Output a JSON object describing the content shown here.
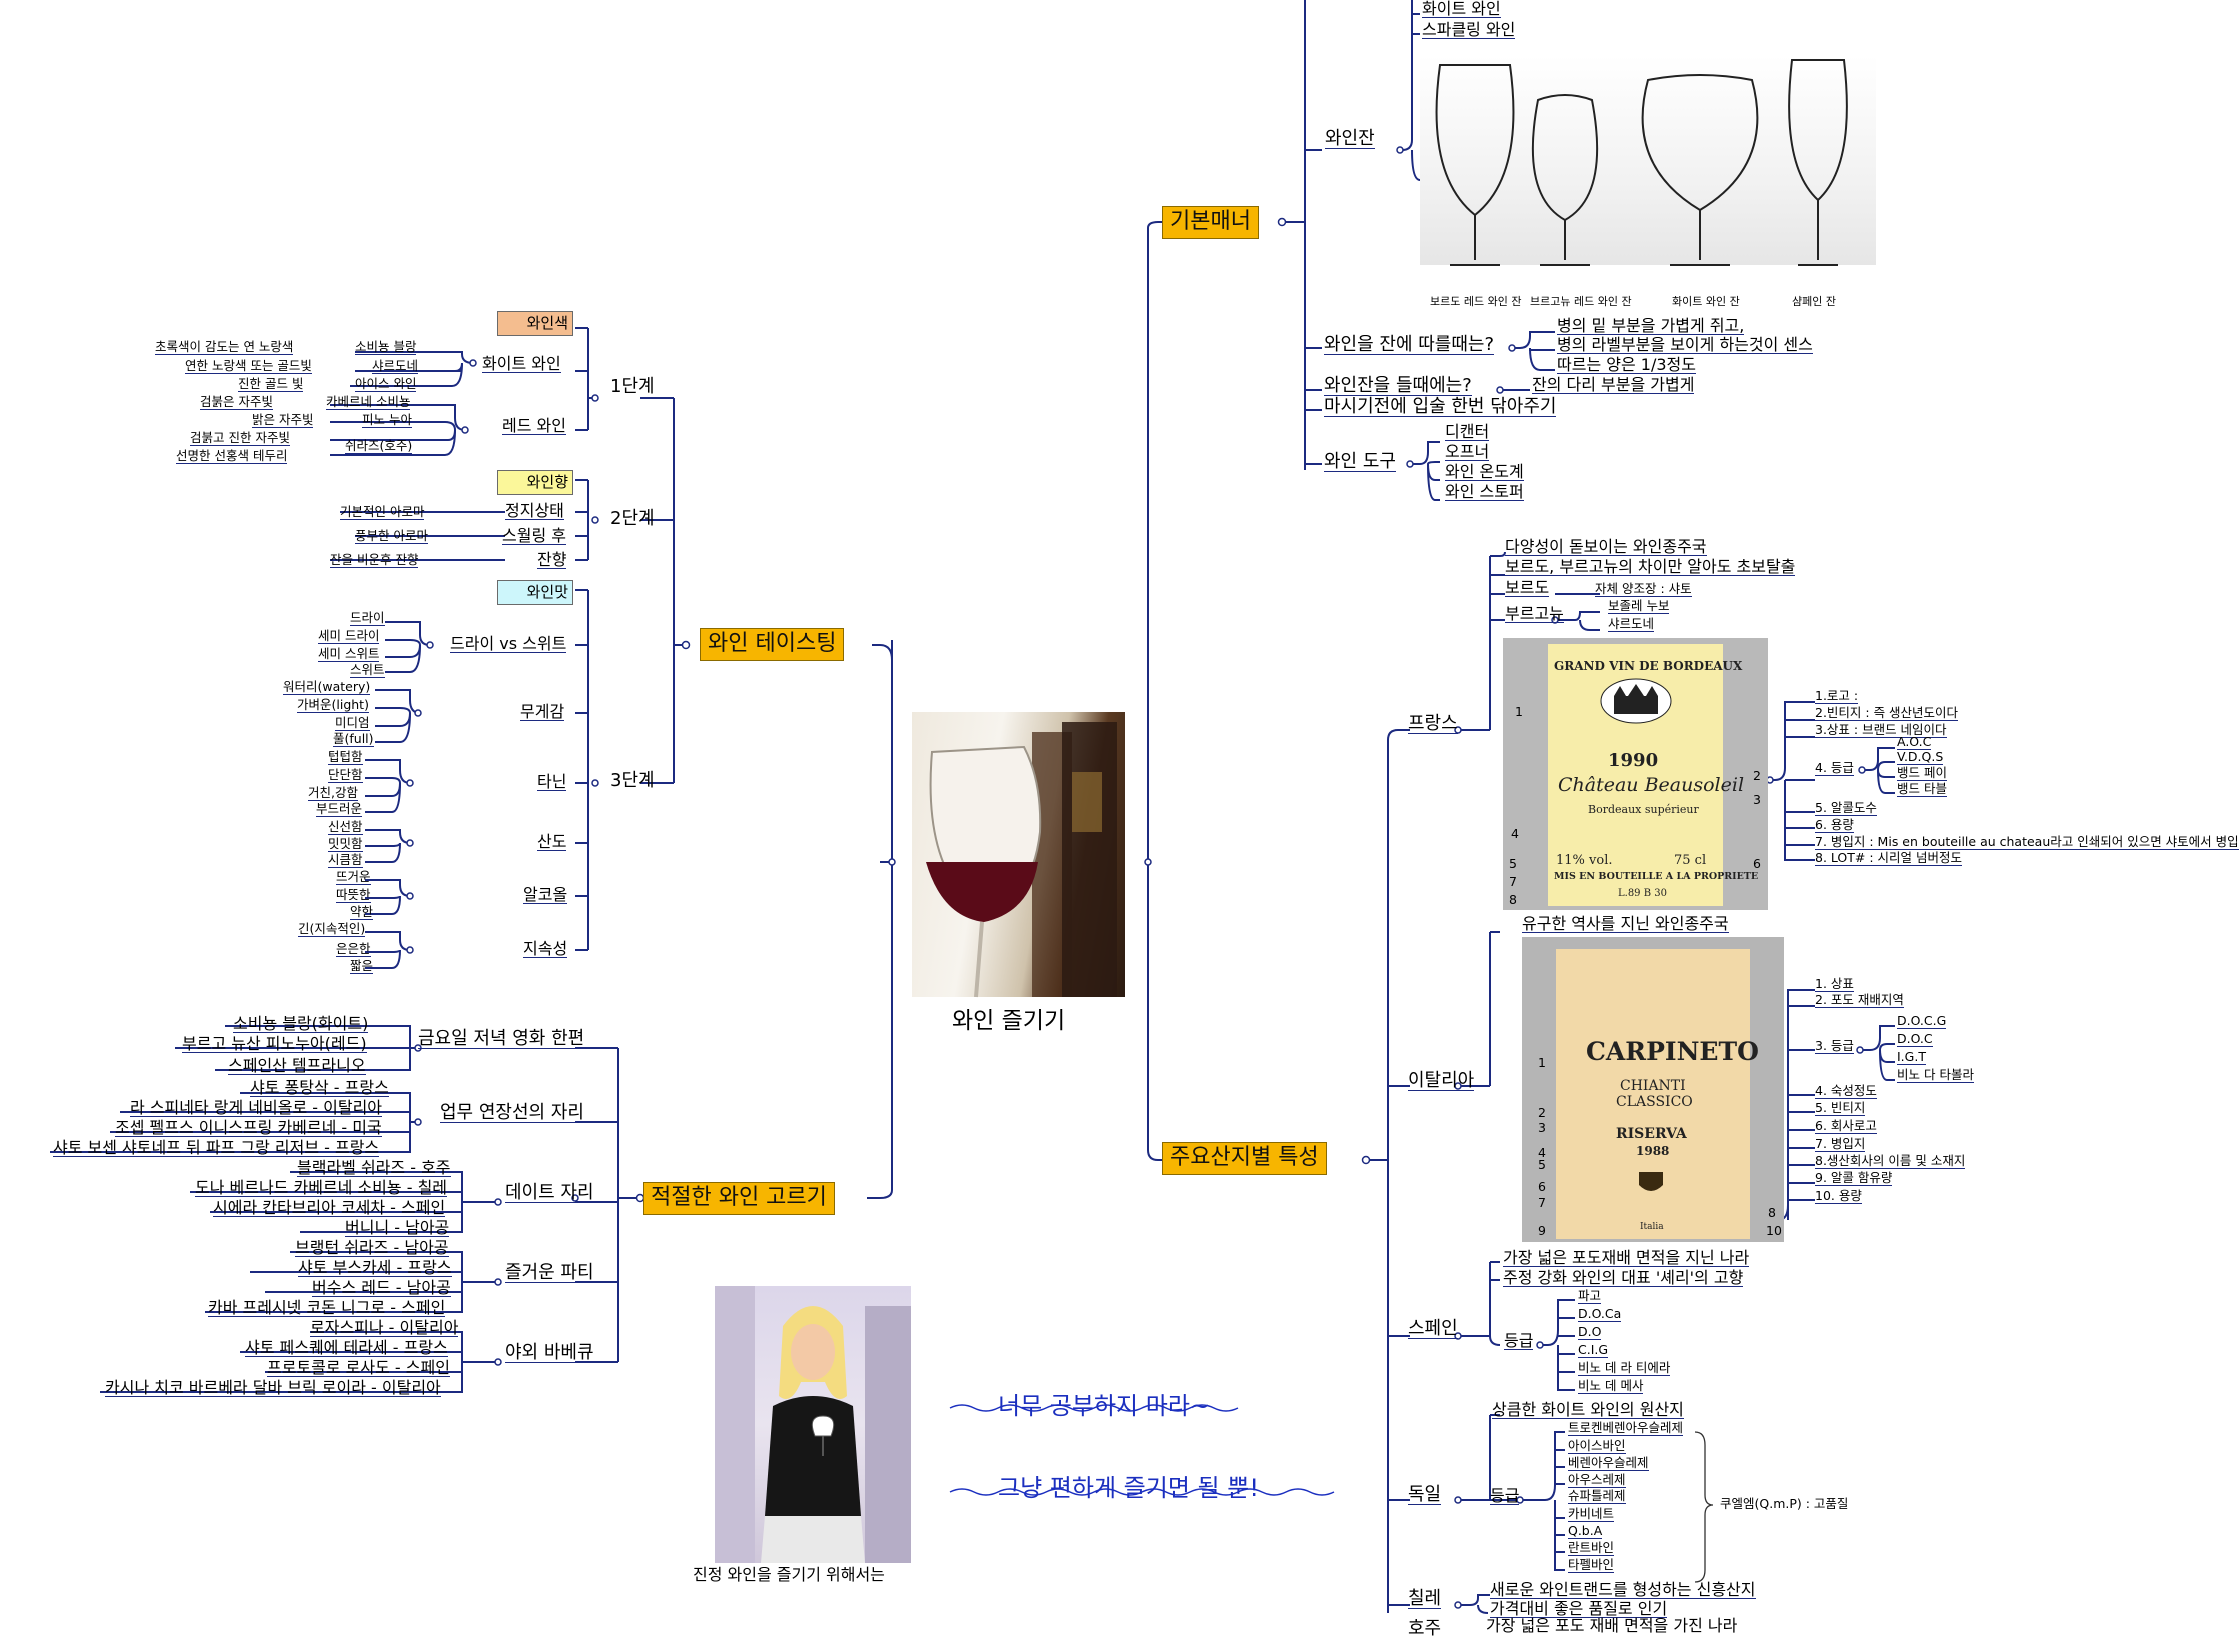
{
  "center": {
    "title": "와인 즐기기"
  },
  "main_branches": {
    "tasting": "와인 테이스팅",
    "choosing": "적절한 와인 고르기",
    "manners": "기본매너",
    "regions": "주요산지별 특성"
  },
  "tasting": {
    "step1": "1단계",
    "step2": "2단계",
    "step3": "3단계",
    "color_box": "와인색",
    "aroma_box": "와인향",
    "taste_box": "와인맛",
    "white": "화이트 와인",
    "red": "레드 와인",
    "white_items": [
      {
        "left": "초록색이 감도는 연 노랑색",
        "right": "소비뇽 블랑"
      },
      {
        "left": "연한 노랑색 또는 골드빛",
        "right": "샤르도네"
      },
      {
        "left": "진한 골드 빛",
        "right": "아이스 와인"
      }
    ],
    "red_items": [
      {
        "left": "검붉은 자주빛",
        "right": "카베르네 소비뇽"
      },
      {
        "left": "밝은 자주빛",
        "right": "피노 누아"
      },
      {
        "left": "검붉고 진한 자주빛",
        "right": ""
      },
      {
        "left": "선명한 선홍색 테두리",
        "right": "쉬라즈(호주)"
      }
    ],
    "aroma_items": [
      {
        "left": "기본적인 아로마",
        "right": "정지상태"
      },
      {
        "left": "풍부한 아로마",
        "right": "스월링 후"
      },
      {
        "left": "잔을 비운후 잔향",
        "right": "잔향"
      }
    ],
    "dry_sweet": {
      "label": "드라이 vs 스위트",
      "items": [
        "드라이",
        "세미 드라이",
        "세미 스위트",
        "스위트"
      ]
    },
    "body": {
      "label": "무게감",
      "items": [
        "워터리(watery)",
        "가벼운(light)",
        "미디엄",
        "풀(full)"
      ]
    },
    "tannin": {
      "label": "타닌",
      "items": [
        "텁텁함",
        "단단함",
        "거친,강함",
        "부드러운"
      ]
    },
    "acidity": {
      "label": "산도",
      "items": [
        "신선함",
        "밋밋함",
        "시큼함"
      ]
    },
    "alcohol": {
      "label": "알코올",
      "items": [
        "뜨거운",
        "따뜻한",
        "약한"
      ]
    },
    "finish": {
      "label": "지속성",
      "items": [
        "긴(지속적인)",
        "은은한",
        "짧은"
      ]
    }
  },
  "choosing": {
    "occasions": [
      {
        "label": "금요일 저녁 영화 한편",
        "wines": [
          "소비뇽 블랑(화이트)",
          "부르고 뉴산 피노누아(레드)",
          "스페인산 템프라니오"
        ]
      },
      {
        "label": "업무 연장선의 자리",
        "wines": [
          "샤토 퐁탕삭 - 프랑스",
          "라 스피네타 랑게 네비올로 - 이탈리아",
          "조셉 펠프스 이니스프링 카베르네 - 미국",
          "샤토 보센 샤토네프 뒤 파프 그랑 리저브 - 프랑스"
        ]
      },
      {
        "label": "데이트 자리",
        "wines": [
          "블랙라벨 쉬라즈 - 호주",
          "도나 베르나드 카베르네 소비뇽 - 칠레",
          "시에라 칸타브리아 코세차 - 스페인",
          "버니니 - 남아공"
        ]
      },
      {
        "label": "즐거운 파티",
        "wines": [
          "브랭턴 쉬라즈 - 남아공",
          "샤토 부스카세 - 프랑스",
          "버수스 레드 - 남아공",
          "카바 프레시넷 코돈 니그로 - 스페인"
        ]
      },
      {
        "label": "야외 바베큐",
        "wines": [
          "로자스피나 - 이탈리아",
          "샤토 페스퀘에 테라세 - 프랑스",
          "프로토콜로 로사도 - 스페인",
          "카시나 치코 바르베라 달바 브릭 로이라 - 이탈리아"
        ]
      }
    ],
    "caption": "진정 와인을 즐기기 위해서는",
    "msg1": "너무 공부하지 마라~",
    "msg2": "그냥 편하게 즐기면 될 뿐!"
  },
  "manners": {
    "top_items": [
      "화이트 와인",
      "스파클링 와인"
    ],
    "glass_label": "와인잔",
    "glass_names": [
      "보르도 레드 와인 잔",
      "브르고뉴 레드 와인 잔",
      "화이트 와인 잔",
      "샴페인 잔"
    ],
    "pour": {
      "label": "와인을 잔에 따를때는?",
      "items": [
        "병의 밑 부분을 가볍게 쥐고,",
        "병의 라벨부분을 보이게 하는것이 센스",
        "따르는 양은 1/3정도"
      ]
    },
    "hold": {
      "label": "와인잔을 들때에는?",
      "item": "잔의 다리 부분을 가볍게"
    },
    "drink": "마시기전에 입술 한번 닦아주기",
    "tools": {
      "label": "와인 도구",
      "items": [
        "디캔터",
        "오프너",
        "와인 온도계",
        "와인 스토퍼"
      ]
    }
  },
  "regions": {
    "france": {
      "label": "프랑스",
      "items": [
        "다양성이 돋보이는 와인종주국",
        "보르도, 부르고뉴의 차이만 알아도 초보탈출"
      ],
      "bordeaux": "보르도",
      "bordeaux_sub": "자체 양조장 : 샤토",
      "bourgogne": "부르고뉴",
      "bourgogne_subs": [
        "보졸레 누보",
        "샤르도네"
      ],
      "label_items": [
        "1.로고 :",
        "2.빈티지 : 즉 생산년도이다",
        "3.상표 : 브랜드 네임이다",
        "4. 등급",
        "5. 알콜도수",
        "6. 용량",
        "7. 병입지 : Mis en bouteille au chateau라고 인쇄되어 있으면 샤토에서 병입",
        "8. LOT# : 시리얼 넘버정도"
      ],
      "grades": [
        "A.O.C",
        "V.D.Q.S",
        "뱅드 페이",
        "뱅드 타블"
      ],
      "bottle_label": {
        "top": "GRAND VIN DE BORDEAUX",
        "year": "1990",
        "name": "Château Beausoleil",
        "sub": "Bordeaux supérieur",
        "vol": "11% vol.",
        "cl": "75 cl",
        "mis": "MIS EN BOUTEILLE A LA PROPRIETE",
        "lot": "L.89 B 30"
      }
    },
    "italy": {
      "label": "이탈리아",
      "item": "유구한 역사를 지닌 와인종주국",
      "label_items": [
        "1. 상표",
        "2. 포도 재배지역",
        "3. 등급",
        "4. 숙성정도",
        "5. 빈티지",
        "6. 회사로고",
        "7. 병입지",
        "8.생산회사의 이름 및 소재지",
        "9. 알콜 함유량",
        "10. 용량"
      ],
      "grades": [
        "D.O.C.G",
        "D.O.C",
        "I.G.T",
        "비노 다 타볼라"
      ],
      "bottle_label": {
        "name": "CARPINETO",
        "sub1": "CHIANTI",
        "sub2": "CLASSICO",
        "riserva": "RISERVA",
        "year": "1988",
        "italia": "Italia"
      }
    },
    "spain": {
      "label": "스페인",
      "items": [
        "가장 넓은 포도재배 면적을 지닌 나라",
        "주정 강화 와인의 대표 '셰리'의 고향"
      ],
      "grade_label": "등급",
      "grades": [
        "파고",
        "D.O.Ca",
        "D.O",
        "C.I.G",
        "비노 데 라 티에라",
        "비노 데 메사"
      ]
    },
    "germany": {
      "label": "독일",
      "item": "상큼한 화이트 와인의 원산지",
      "grade_label": "등급",
      "grades": [
        "트로켄베렌아우슬레제",
        "아이스바인",
        "베렌아우슬레제",
        "아우스레제",
        "슈파틀레제",
        "카비네트",
        "Q.b.A",
        "란트바인",
        "타펠바인"
      ],
      "qmp": "쿠엘엠(Q.m.P) : 고품질"
    },
    "chile": {
      "label": "칠레",
      "items": [
        "새로운 와인트랜드를 형성하는 신흥산지",
        "가격대비 좋은 품질로 인기"
      ]
    },
    "australia": {
      "label": "호주",
      "item": "가장 넓은 포도 재배 면적을 가진 나라"
    }
  }
}
